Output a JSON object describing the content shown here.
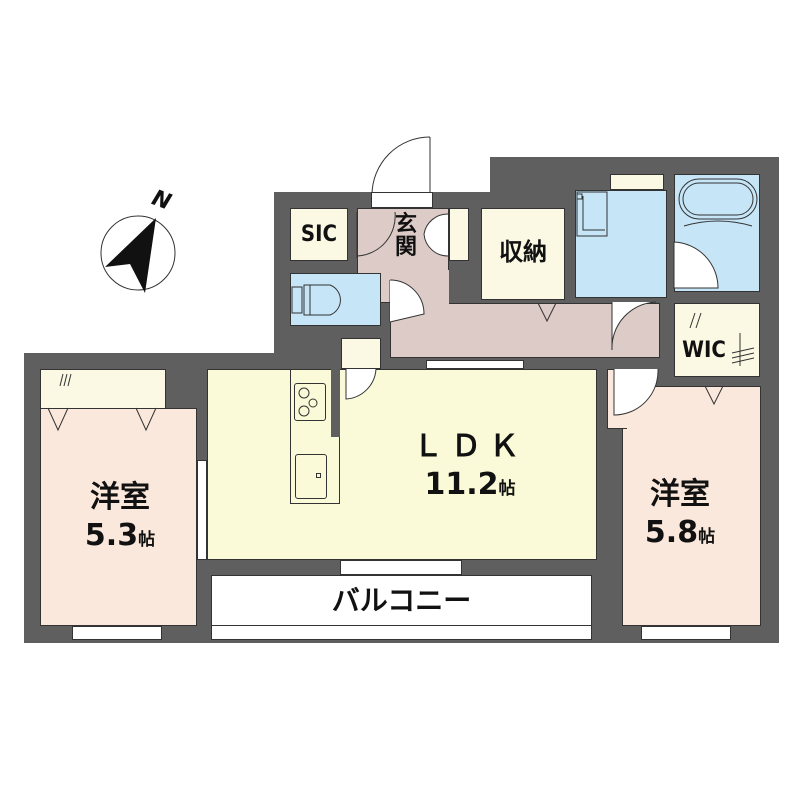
{
  "floorplan": {
    "compass": {
      "label": "N",
      "icon": "north-arrow-icon"
    },
    "rooms": {
      "western_left": {
        "name": "洋室",
        "size": "5.3",
        "unit": "帖"
      },
      "ldk": {
        "name": "ＬＤＫ",
        "size": "11.2",
        "unit": "帖"
      },
      "western_right": {
        "name": "洋室",
        "size": "5.8",
        "unit": "帖"
      },
      "balcony": {
        "name": "バルコニー"
      },
      "sic": {
        "name": "SIC"
      },
      "entrance": {
        "name": "玄関"
      },
      "storage": {
        "name": "収納"
      },
      "wic": {
        "name": "WIC"
      }
    },
    "colors": {
      "wall": "#5f5f5f",
      "western": "#fbe8dc",
      "ldk": "#fafad8",
      "storage": "#fbf9e3",
      "wet": "#c6e6f8",
      "hall": "#dccbc6",
      "balcony": "#ffffff"
    }
  }
}
